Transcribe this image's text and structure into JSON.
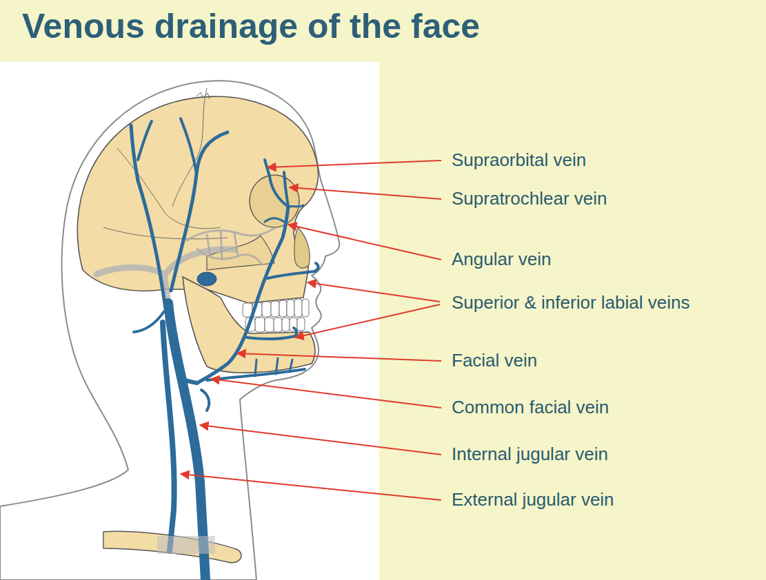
{
  "diagram": {
    "title": "Venous drainage of the face",
    "labels": [
      "Supraorbital vein",
      "Supratrochlear vein",
      "Angular vein",
      "Superior & inferior labial veins",
      "Facial vein",
      "Common facial vein",
      "Internal jugular vein",
      "External jugular vein"
    ]
  }
}
